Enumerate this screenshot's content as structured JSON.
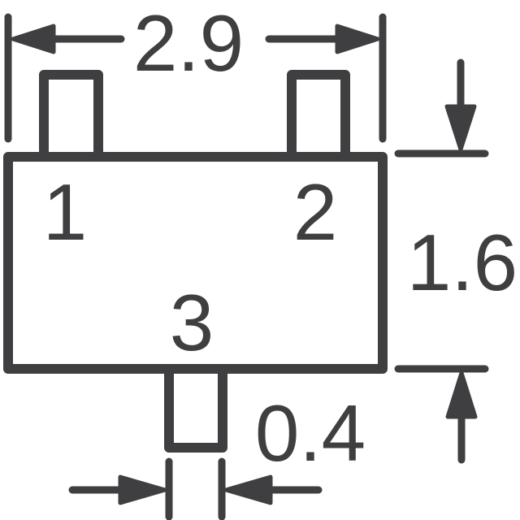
{
  "drawing": {
    "background_color": "#ffffff",
    "line_color": "#3f3f41",
    "pin_labels": {
      "pin1": "1",
      "pin2": "2",
      "pin3": "3"
    },
    "dimensions": {
      "body_width": "2.9",
      "body_height": "1.6",
      "lead_width": "0.4"
    }
  }
}
